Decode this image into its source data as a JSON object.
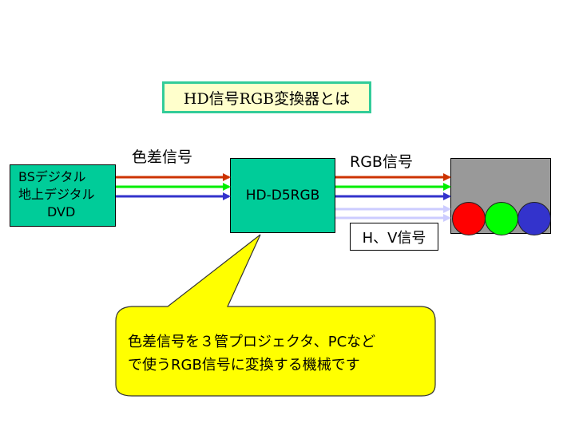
{
  "title": "HD信号RGB変換器とは",
  "input_signal_label": "色差信号",
  "output_signal_label": "RGB信号",
  "sources": [
    "BSデジタル",
    "地上デジタル",
    "DVD"
  ],
  "converter_label": "HD-D5RGB",
  "sync_label": "H、V信号",
  "callout": {
    "line1": "色差信号を３管プロジェクタ、PCなど",
    "line2": "で使うRGB信号に変換する機械です"
  },
  "colors": {
    "box_green": "#00cc99",
    "title_border": "#33cc99",
    "title_fill": "#ffffcc",
    "callout_fill": "#ffff00",
    "display_gray": "#999999",
    "arrow_red": "#cc3300",
    "arrow_green": "#00ee00",
    "arrow_blue": "#3333cc",
    "arrow_sync": "#ccccff",
    "dot_red": "#ff0000",
    "dot_green": "#00ff00",
    "dot_blue": "#3333cc"
  }
}
